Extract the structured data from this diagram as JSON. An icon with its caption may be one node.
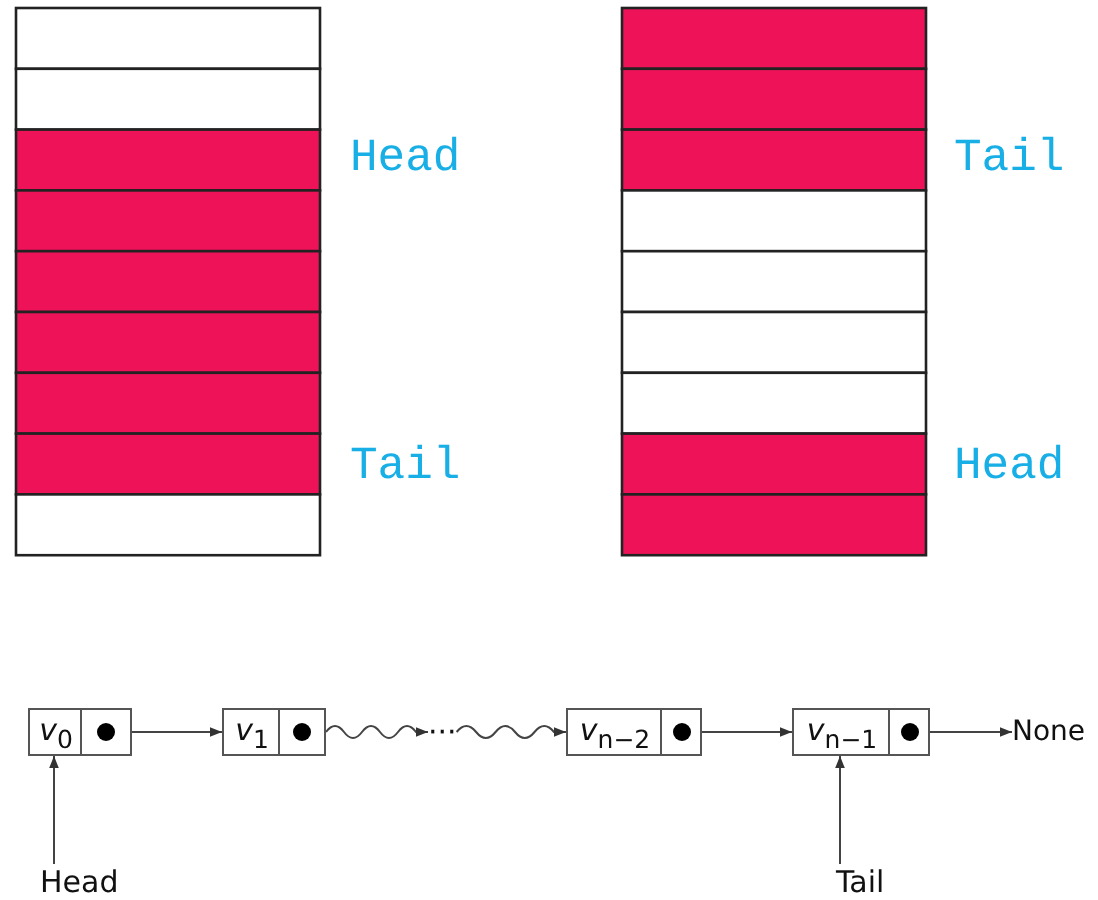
{
  "diagram": {
    "nodes": [
      {
        "text": [
          "*v*$_{0}$"
        ]
      },
      {
        "text": [
          "*v*$_{1}$"
        ]
      },
      {
        "text": [
          "···"
        ]
      },
      {
        "text": [
          "*v*$_{n−2}$"
        ]
      },
      {
        "text": [
          "*v*$_{n−1}$"
        ]
      },
      {
        "text": [
          "None"
        ]
      },
      {
        "text": [
          "Head"
        ]
      },
      {
        "text": [
          "Tail"
        ]
      }
    ],
    "edges": [
      {
        "from": 0,
        "to": 1,
        "arrow": "to"
      },
      {
        "from": 1,
        "to": 2,
        "arrow": "to"
      },
      {
        "from": 2,
        "to": 3,
        "arrow": "to"
      },
      {
        "from": 3,
        "to": 4,
        "arrow": "to"
      },
      {
        "from": 4,
        "to": 5,
        "arrow": "to"
      },
      {
        "from": 6,
        "to": 0,
        "arrow": "to"
      },
      {
        "from": 7,
        "to": 4,
        "arrow": "to"
      }
    ],
    "labels": [
      "Head",
      "Tail",
      "Tail",
      "Head"
    ]
  }
}
